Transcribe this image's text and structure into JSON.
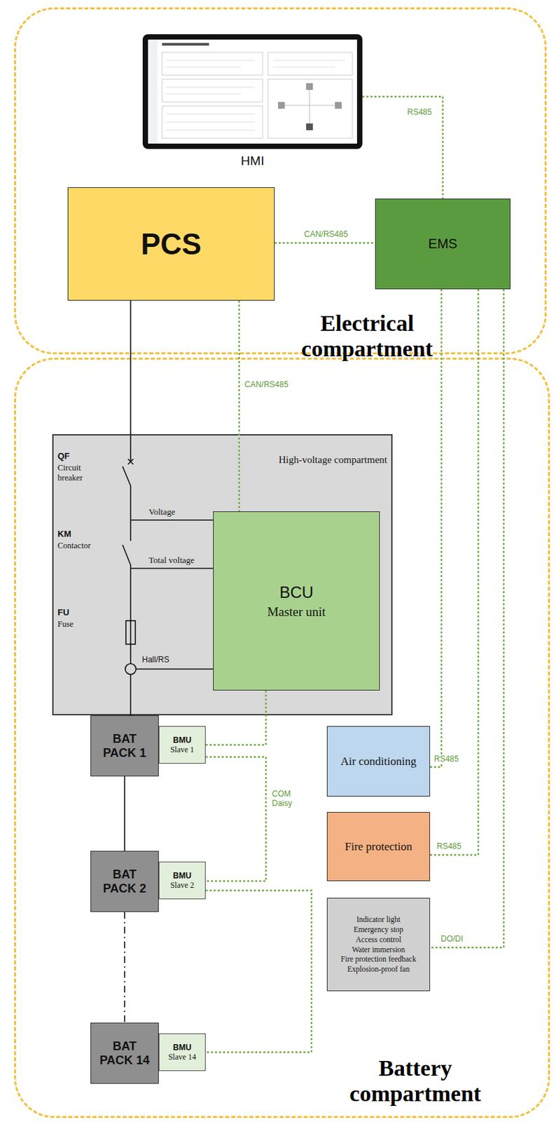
{
  "diagram": {
    "nodes": [
      {
        "text": [
          "Electrical compartment"
        ]
      },
      {
        "text": [
          "HMI"
        ],
        "in": 0
      },
      {
        "text": [
          "PCS"
        ],
        "in": 0
      },
      {
        "text": [
          "EMS"
        ],
        "in": 0
      },
      {
        "text": [
          "Battery compartment"
        ]
      },
      {
        "text": [
          "High-voltage compartment"
        ],
        "in": 4
      },
      {
        "text": [
          "BCU",
          "Master unit"
        ],
        "in": 5
      },
      {
        "text": [
          "BAT PACK 1"
        ],
        "in": 4
      },
      {
        "text": [
          "BMU",
          "Slave 1"
        ],
        "in": 4
      },
      {
        "text": [
          "BAT PACK 2"
        ],
        "in": 4
      },
      {
        "text": [
          "BMU",
          "Slave 2"
        ],
        "in": 4
      },
      {
        "text": [
          "BAT PACK 14"
        ],
        "in": 4
      },
      {
        "text": [
          "BMU",
          "Slave 14"
        ],
        "in": 4
      },
      {
        "text": [
          "Air conditioning"
        ],
        "in": 4
      },
      {
        "text": [
          "Fire protection"
        ],
        "in": 4
      },
      {
        "text": [
          "Indicator light",
          "Emergency stop",
          "Access control",
          "Water immersion",
          "Fire protection feedback",
          "Explosion-proof fan"
        ],
        "in": 4
      }
    ],
    "edges": [
      {
        "from": 1,
        "to": 3,
        "label": "RS485",
        "arrow": "none"
      },
      {
        "from": 2,
        "to": 3,
        "label": "CAN/RS485",
        "arrow": "none"
      },
      {
        "from": 2,
        "to": 6,
        "label": "CAN/RS485",
        "arrow": "none"
      },
      {
        "from": 3,
        "to": 13,
        "label": "RS485",
        "arrow": "none"
      },
      {
        "from": 3,
        "to": 14,
        "label": "RS485",
        "arrow": "none"
      },
      {
        "from": 3,
        "to": 15,
        "label": "DO/DI",
        "arrow": "none"
      },
      {
        "from": 6,
        "to": 8,
        "arrow": "none"
      },
      {
        "from": 8,
        "to": 10,
        "label": "COM Daisy",
        "arrow": "none"
      },
      {
        "from": 10,
        "to": 12,
        "arrow": "none"
      },
      {
        "from": 7,
        "to": 9,
        "arrow": "none"
      },
      {
        "from": 9,
        "to": 11,
        "arrow": "none"
      }
    ],
    "labels": [
      "QF",
      "Circuit breaker",
      "KM",
      "Contactor",
      "FU",
      "Fuse",
      "Voltage",
      "Total voltage",
      "Hall/RS"
    ]
  }
}
